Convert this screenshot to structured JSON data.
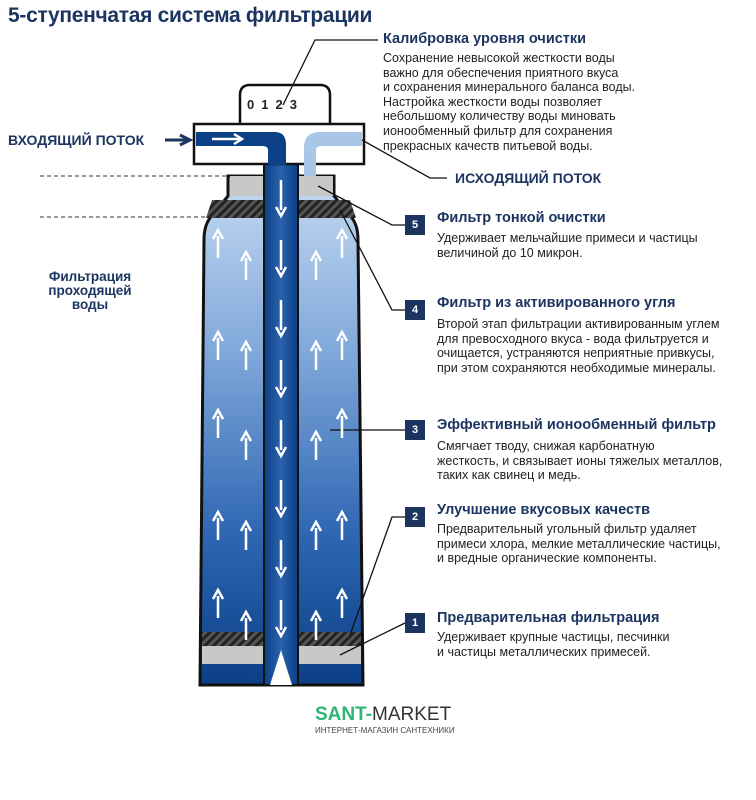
{
  "title": "5-ступенчатая система фильтрации",
  "calibration": {
    "heading": "Калибровка уровня очистки",
    "lines": [
      "Сохранение невысокой жесткости воды",
      "важно для обеспечения приятного вкуса",
      "и сохранения минерального баланса воды.",
      "Настройка жесткости воды позволяет",
      "небольшому количеству воды миновать",
      "ионообменный фильтр для сохранения",
      "прекрасных качеств питьевой воды."
    ],
    "dial": [
      "0",
      "1",
      "2",
      "3"
    ]
  },
  "inflow_label": "ВХОДЯЩИЙ ПОТОК",
  "outflow_label": "ИСХОДЯЩИЙ ПОТОК",
  "side_label": [
    "Фильтрация",
    "проходящей",
    "воды"
  ],
  "stages": [
    {
      "num": "5",
      "heading": "Фильтр тонкой очистки",
      "lines": [
        "Удерживает мельчайшие примеси и частицы",
        "величиной до 10 микрон."
      ]
    },
    {
      "num": "4",
      "heading": "Фильтр из активированного угля",
      "lines": [
        "Второй этап фильтрации активированным углем",
        "для превосходного вкуса - вода фильтруется и",
        "очищается, устраняются неприятные привкусы,",
        "при этом сохраняются необходимые минералы."
      ]
    },
    {
      "num": "3",
      "heading": "Эффективный ионообменный фильтр",
      "lines": [
        "Смягчает тводу, снижая карбонатную",
        "жесткость, и связывает ионы тяжелых металлов,",
        "таких как свинец и медь."
      ]
    },
    {
      "num": "2",
      "heading": "Улучшение вкусовых качеств",
      "lines": [
        "Предварительный угольный фильтр удаляет",
        "примеси хлора, мелкие металлические частицы,",
        "и вредные органические компоненты."
      ]
    },
    {
      "num": "1",
      "heading": "Предварительная фильтрация",
      "lines": [
        "Удерживает крупные частицы, песчинки",
        "и частицы металлических примесей."
      ]
    }
  ],
  "logo": {
    "brand_green": "SANT-",
    "brand_dark": "MARKET",
    "tagline": "ИНТЕРНЕТ-МАГАЗИН САНТЕХНИКИ"
  },
  "colors": {
    "navy": "#1c3560",
    "blue_dark": "#0b3f86",
    "blue_light": "#a9c6e8",
    "green": "#2bb673"
  }
}
